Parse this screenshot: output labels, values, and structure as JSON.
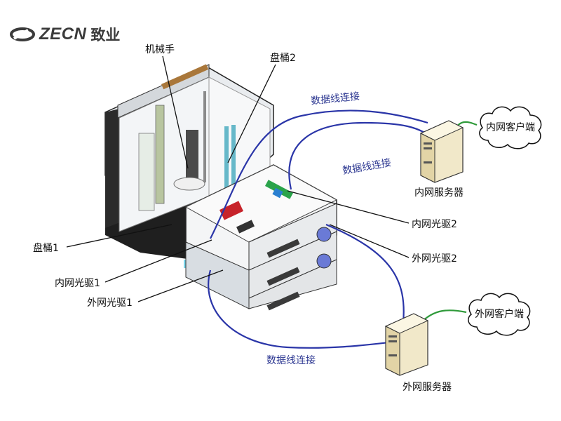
{
  "brand": {
    "mark": "ZECN",
    "name": "致业"
  },
  "labels": {
    "arm": "机械手",
    "bin2": "盘桶2",
    "bin1": "盘桶1",
    "inner_drive1": "内网光驱1",
    "outer_drive1": "外网光驱1",
    "inner_drive2": "内网光驱2",
    "outer_drive2": "外网光驱2",
    "data_link_top": "数据线连接",
    "data_link_mid": "数据线连接",
    "data_link_bottom": "数据线连接",
    "inner_server": "内网服务器",
    "outer_server": "外网服务器",
    "inner_client": "内网客户端",
    "outer_client": "外网客户端"
  },
  "colors": {
    "cable": "#2a35a8",
    "green_link": "#2f9a3a",
    "label_blue": "#2a3590"
  }
}
